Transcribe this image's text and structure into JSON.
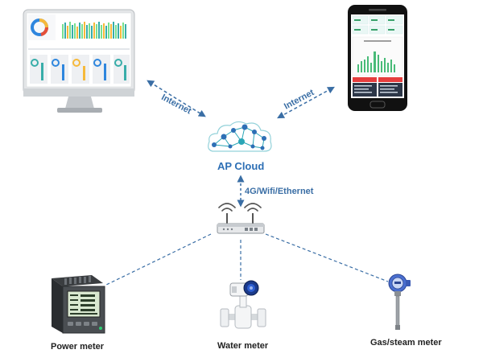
{
  "cloud": {
    "title": "AP Cloud"
  },
  "connections": {
    "desktop_link": "Internet",
    "mobile_link": "Internet",
    "gateway_link": "4G/Wifi/Ethernet"
  },
  "devices": {
    "power_meter": {
      "label": "Power meter"
    },
    "water_meter": {
      "label": "Water meter"
    },
    "gas_meter": {
      "label": "Gas/steam meter"
    }
  },
  "colors": {
    "line": "#3a6ea5",
    "cloud_teal": "#2aa6b6",
    "cloud_blue": "#2d6fb5",
    "monitor_frame": "#d0d3d6",
    "phone_body": "#111111"
  }
}
